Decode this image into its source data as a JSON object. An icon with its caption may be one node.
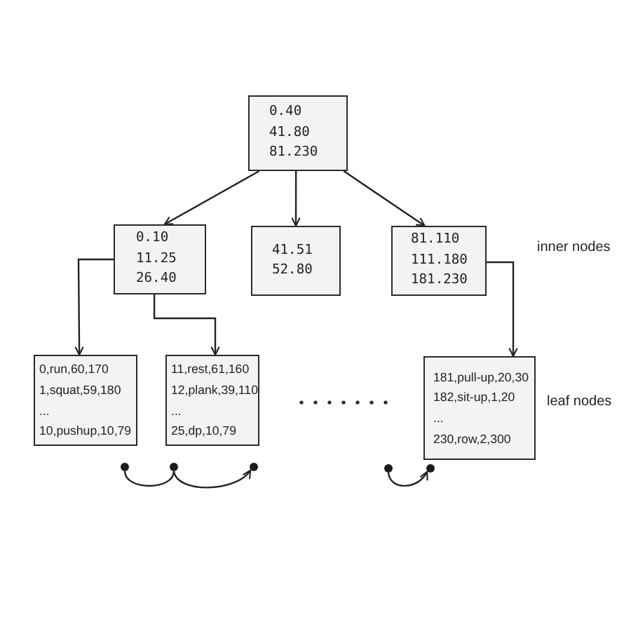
{
  "diagram": {
    "nodes": [
      {
        "text": [
          "0.40",
          "41.80",
          "81.230"
        ]
      },
      {
        "text": [
          "0.10",
          "11.25",
          "26.40"
        ]
      },
      {
        "text": [
          "41.51",
          "52.80"
        ]
      },
      {
        "text": [
          "81.110",
          "111.180",
          "181.230"
        ]
      },
      {
        "text": [
          "0,run,60,170",
          "1,squat,59,180",
          "...",
          "10,pushup,10,79"
        ]
      },
      {
        "text": [
          "11,rest,61,160",
          "12,plank,39,110",
          "...",
          "25,dp,10,79"
        ]
      },
      {
        "text": [
          "181,pull-up,20,30",
          "182,sit-up,1,20",
          "...",
          "230,row,2,300"
        ]
      },
      {
        "text": [],
        "shape": "circle"
      },
      {
        "text": [],
        "shape": "circle"
      },
      {
        "text": [],
        "shape": "circle"
      },
      {
        "text": [],
        "shape": "circle"
      },
      {
        "text": [],
        "shape": "circle"
      }
    ],
    "edges": [
      {
        "from": 0,
        "to": 1,
        "arrow": "to"
      },
      {
        "from": 0,
        "to": 2,
        "arrow": "to"
      },
      {
        "from": 0,
        "to": 3,
        "arrow": "to"
      },
      {
        "from": 1,
        "to": 4,
        "arrow": "to"
      },
      {
        "from": 1,
        "to": 5,
        "arrow": "to"
      },
      {
        "from": 3,
        "to": 6,
        "arrow": "to"
      },
      {
        "from": 7,
        "to": 8,
        "arrow": "none"
      },
      {
        "from": 8,
        "to": 9,
        "arrow": "to"
      },
      {
        "from": 10,
        "to": 11,
        "arrow": "to"
      }
    ],
    "labels": [
      "inner nodes",
      "leaf nodes"
    ]
  }
}
